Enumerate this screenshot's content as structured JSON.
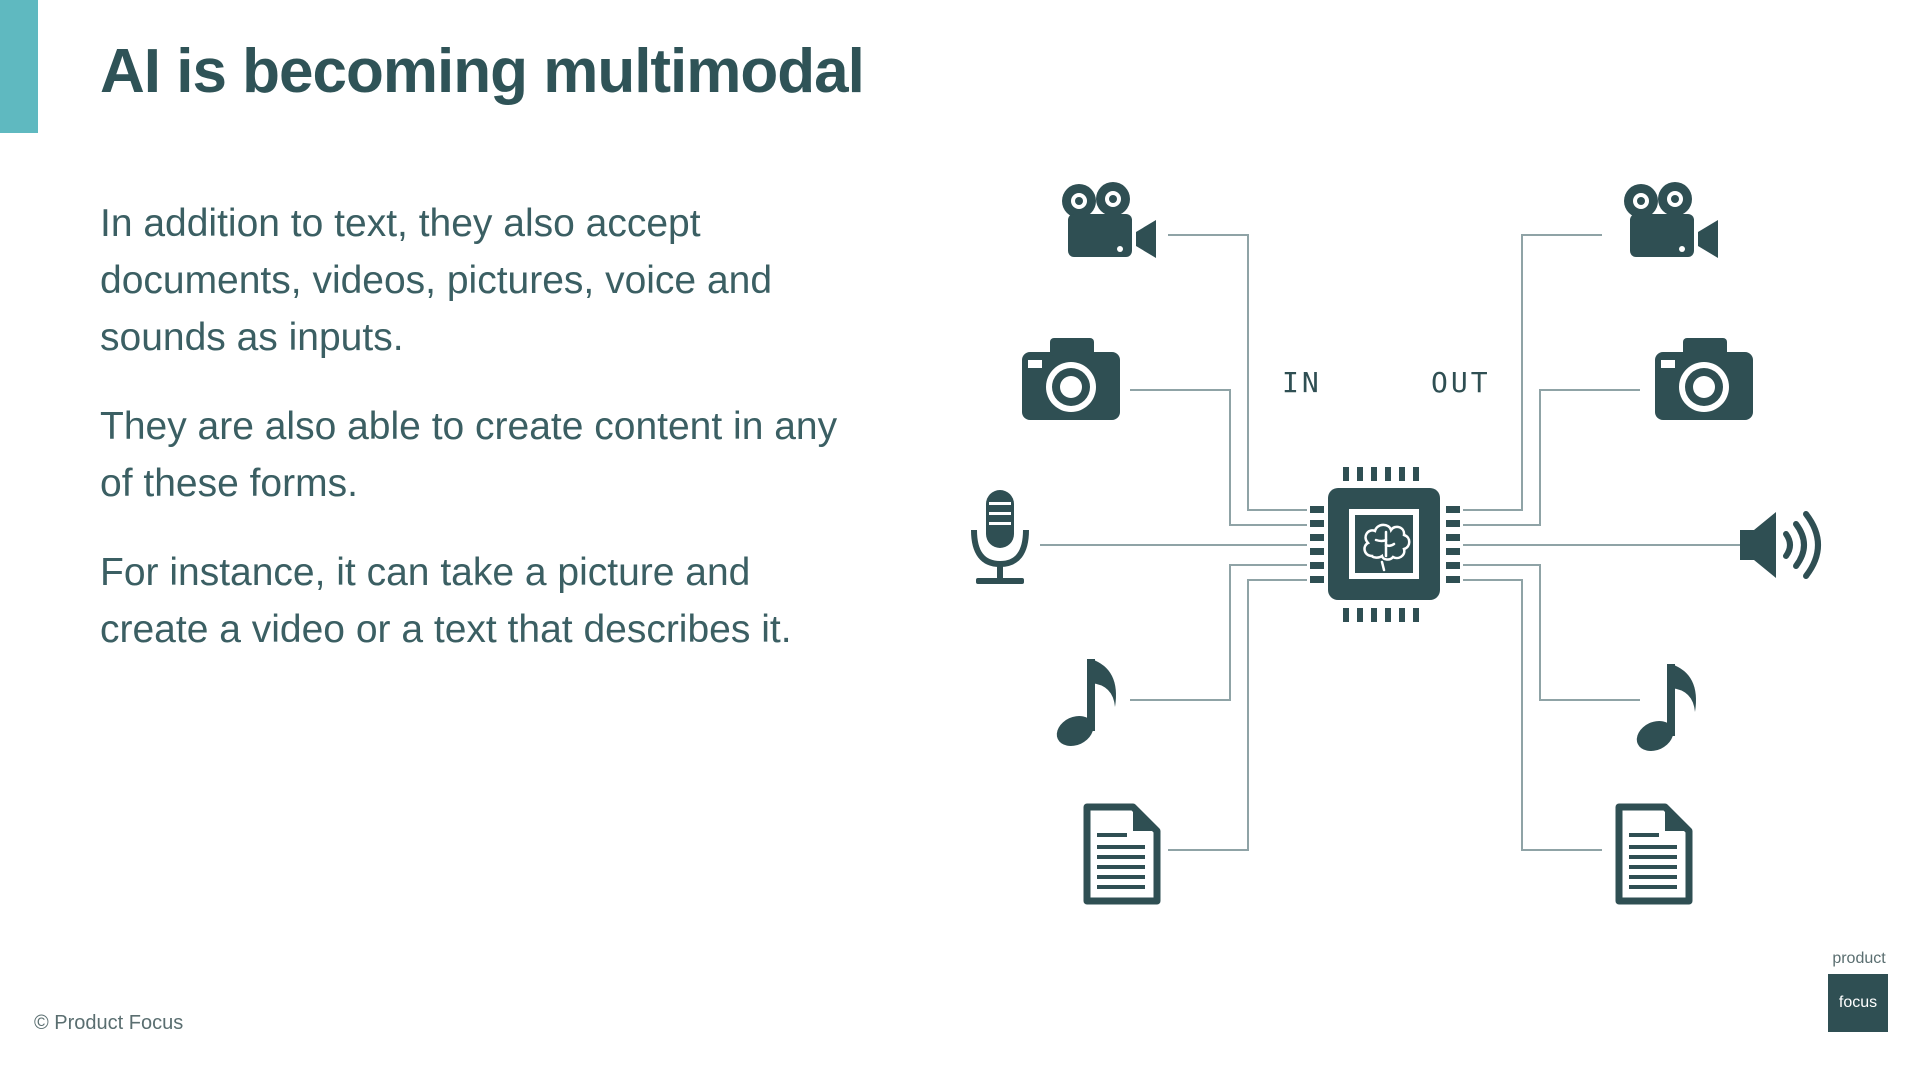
{
  "slide": {
    "title": "AI is becoming multimodal",
    "paragraphs": [
      "In addition to text, they also accept documents, videos, pictures, voice and sounds as inputs.",
      "They are also able to create content in any of these forms.",
      "For instance, it can take a picture and create a video or a text that describes it."
    ]
  },
  "diagram": {
    "in_label": "IN",
    "out_label": "OUT",
    "inputs": [
      "video-camera-icon",
      "camera-icon",
      "microphone-icon",
      "music-note-icon",
      "document-icon"
    ],
    "outputs": [
      "video-camera-icon",
      "camera-icon",
      "speaker-icon",
      "music-note-icon",
      "document-icon"
    ],
    "center": "ai-chip-brain-icon"
  },
  "footer": {
    "copyright": "© Product Focus",
    "logo_top": "product",
    "logo_box": "focus"
  },
  "colors": {
    "accent": "#5fb9c0",
    "dark": "#2f4f53",
    "line": "#8fa3a6"
  }
}
